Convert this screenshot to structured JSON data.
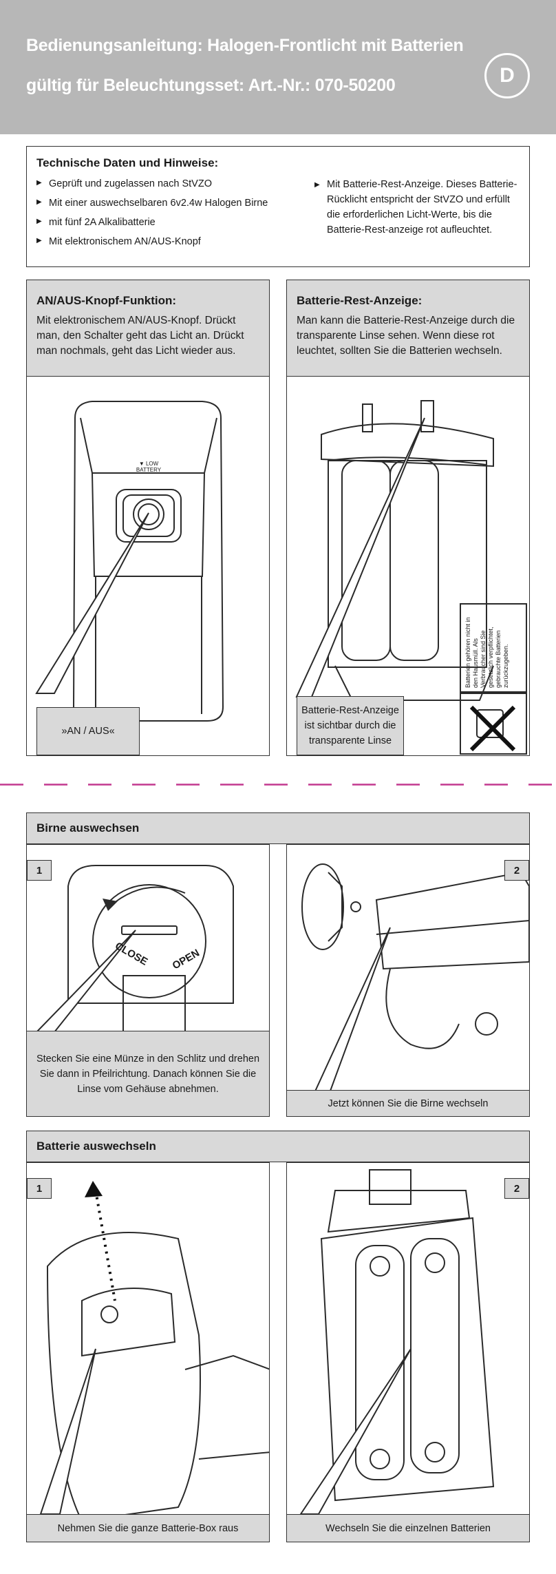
{
  "header": {
    "title_line1": "Bedienungsanleitung: Halogen-Frontlicht mit Batterien",
    "title_line2": "gültig für Beleuchtungsset: Art.-Nr.: 070-50200",
    "language_badge": "D"
  },
  "tech": {
    "title": "Technische Daten und Hinweise:",
    "items": [
      "Geprüft und zugelassen nach StVZO",
      "Mit einer auswechselbaren 6v2.4w Halogen Birne",
      "mit fünf 2A Alkalibatterie",
      "Mit elektronischem AN/AUS-Knopf"
    ],
    "right_item": "Mit Batterie-Rest-Anzeige. Dieses Batterie-Rücklicht entspricht der StVZO und erfüllt die erforderlichen Licht-Werte, bis die Batterie-Rest-anzeige rot aufleuchtet."
  },
  "anaus": {
    "title": "AN/AUS-Knopf-Funktion:",
    "text": "Mit elektronischem AN/AUS-Knopf. Drückt man, den Schalter geht das Licht an. Drückt man nochmals, geht das Licht wieder aus.",
    "label": "»AN / AUS«",
    "device_label": "▼ LOW BATTERY"
  },
  "batt": {
    "title": "Batterie-Rest-Anzeige:",
    "text": "Man kann die Batterie-Rest-Anzeige durch die transparente Linse sehen. Wenn diese rot leuchtet, sollten Sie die Batterien wechseln.",
    "label": "Batterie-Rest-Anzeige ist sichtbar durch die transparente Linse",
    "disposal_note": "Batterien gehören nicht in den Hausmüll. Als Verbraucher sind Sie gesetzlich verpflichtet, gebrauchte Batterien zurückzugeben."
  },
  "birne": {
    "heading": "Birne auswechsen",
    "step1_number": "1",
    "step1_text": "Stecken Sie eine Münze in den Schlitz und drehen Sie dann in Pfeilrichtung. Danach können Sie die Linse vom Gehäuse abnehmen.",
    "step2_number": "2",
    "step2_text": "Jetzt können Sie die Birne wechseln",
    "close_label": "CLOSE",
    "open_label": "OPEN"
  },
  "batterie": {
    "heading": "Batterie auswechseln",
    "step1_number": "1",
    "step1_text": "Nehmen Sie die ganze Batterie-Box raus",
    "step2_number": "2",
    "step2_text": "Wechseln Sie die einzelnen Batterien"
  },
  "colors": {
    "header_bg": "#b7b7b7",
    "panel_gray": "#d9d9d9",
    "cut_line": "#c2388f"
  }
}
